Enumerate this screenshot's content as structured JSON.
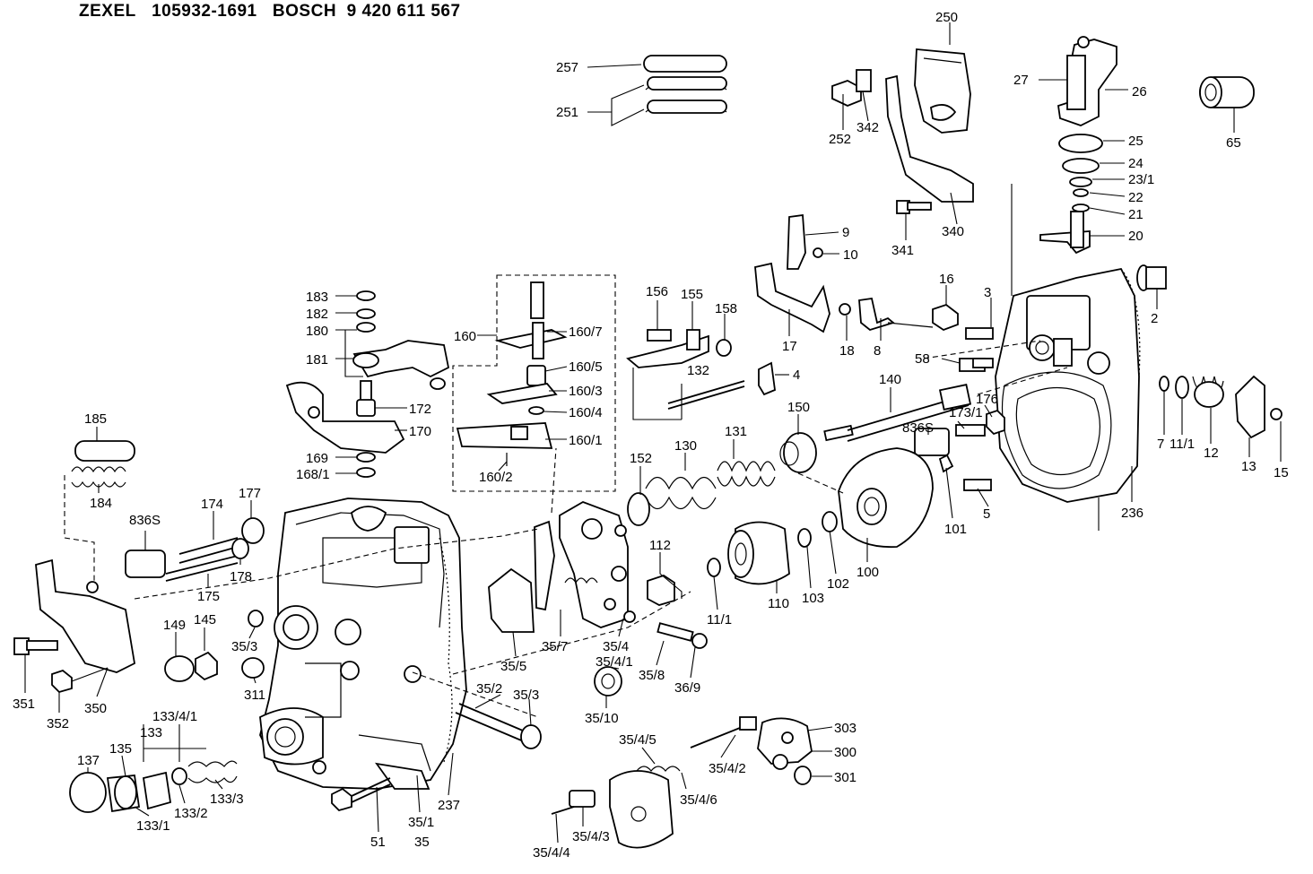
{
  "header": {
    "brand1": "ZEXEL",
    "part_no1": "105932-1691",
    "brand2": "BOSCH",
    "part_no2": "9 420 611 567"
  },
  "callouts": {
    "c250": "250",
    "c257": "257",
    "c251": "251",
    "c252": "252",
    "c342": "342",
    "c341": "341",
    "c340": "340",
    "c27": "27",
    "c26": "26",
    "c25": "25",
    "c24": "24",
    "c23_1": "23/1",
    "c22": "22",
    "c21": "21",
    "c20": "20",
    "c65": "65",
    "c9": "9",
    "c10": "10",
    "c17": "17",
    "c18": "18",
    "c8": "8",
    "c4": "4",
    "c16": "16",
    "c3": "3",
    "c58": "58",
    "c2": "2",
    "c7": "7",
    "c11_1b": "11/1",
    "c12": "12",
    "c13": "13",
    "c15": "15",
    "c236": "236",
    "c5": "5",
    "c101": "101",
    "c176": "176",
    "c173_1": "173/1",
    "c836s_b": "836S",
    "c140": "140",
    "c150": "150",
    "c100": "100",
    "c102": "102",
    "c103": "103",
    "c110": "110",
    "c111_1": "11/1",
    "c112": "112",
    "c131": "131",
    "c130": "130",
    "c152": "152",
    "c132": "132",
    "c156": "156",
    "c155": "155",
    "c158": "158",
    "c160": "160",
    "c160_7": "160/7",
    "c160_5": "160/5",
    "c160_3": "160/3",
    "c160_4": "160/4",
    "c160_1": "160/1",
    "c160_2": "160/2",
    "c183": "183",
    "c182": "182",
    "c180": "180",
    "c181": "181",
    "c172": "172",
    "c170": "170",
    "c169": "169",
    "c168_1": "168/1",
    "c185": "185",
    "c184": "184",
    "c836s_a": "836S",
    "c174": "174",
    "c177": "177",
    "c175": "175",
    "c178": "178",
    "c149": "149",
    "c145": "145",
    "c35_3a": "35/3",
    "c311": "311",
    "c351": "351",
    "c352": "352",
    "c350": "350",
    "c133_4_1": "133/4/1",
    "c133": "133",
    "c137": "137",
    "c135": "135",
    "c133_1": "133/1",
    "c133_2": "133/2",
    "c133_3": "133/3",
    "c51": "51",
    "c35_1": "35/1",
    "c35": "35",
    "c237": "237",
    "c35_2": "35/2",
    "c35_3b": "35/3",
    "c35_5": "35/5",
    "c35_7": "35/7",
    "c35_4": "35/4",
    "c35_4_1": "35/4/1",
    "c35_8": "35/8",
    "c36_9": "36/9",
    "c35_10": "35/10",
    "c35_4_5": "35/4/5",
    "c35_4_2": "35/4/2",
    "c35_4_6": "35/4/6",
    "c35_4_3": "35/4/3",
    "c35_4_4": "35/4/4",
    "c303": "303",
    "c300": "300",
    "c301": "301"
  }
}
